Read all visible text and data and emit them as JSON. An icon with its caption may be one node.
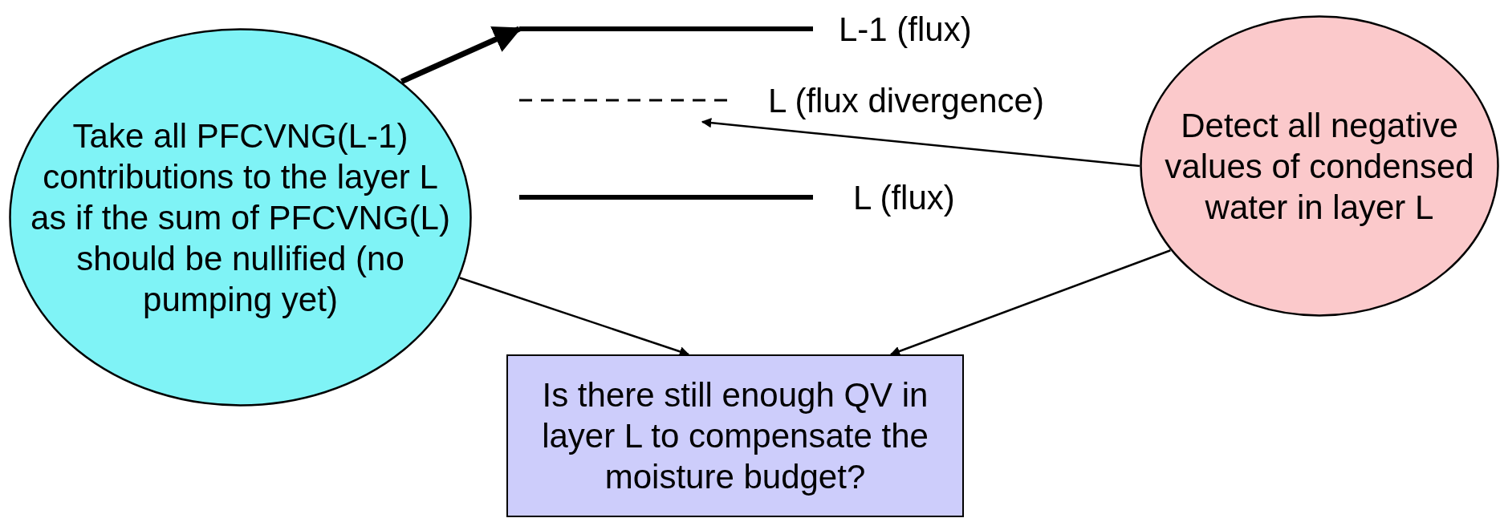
{
  "diagram": {
    "nodes": [
      {
        "text": [
          "L-1 (flux)"
        ]
      },
      {
        "text": [
          "L (flux divergence)"
        ]
      },
      {
        "text": [
          "Take all PFCVNG(L-1) contributions to the layer L as if the sum of PFCVNG(L) should be nullified (no pumping yet)"
        ]
      },
      {
        "text": [
          "Detect all negative values of condensed water in layer L"
        ]
      },
      {
        "text": [
          "L (flux)"
        ]
      },
      {
        "text": [
          "Is there still enough QV in layer L to compensate the moisture budget?"
        ]
      }
    ],
    "edges": [
      {
        "from": 2,
        "to": 0,
        "arrow": "to",
        "style": "thick"
      },
      {
        "from": 3,
        "to": 1,
        "arrow": "to"
      },
      {
        "from": 2,
        "to": 5,
        "arrow": "to"
      },
      {
        "from": 3,
        "to": 5,
        "arrow": "to"
      }
    ]
  }
}
